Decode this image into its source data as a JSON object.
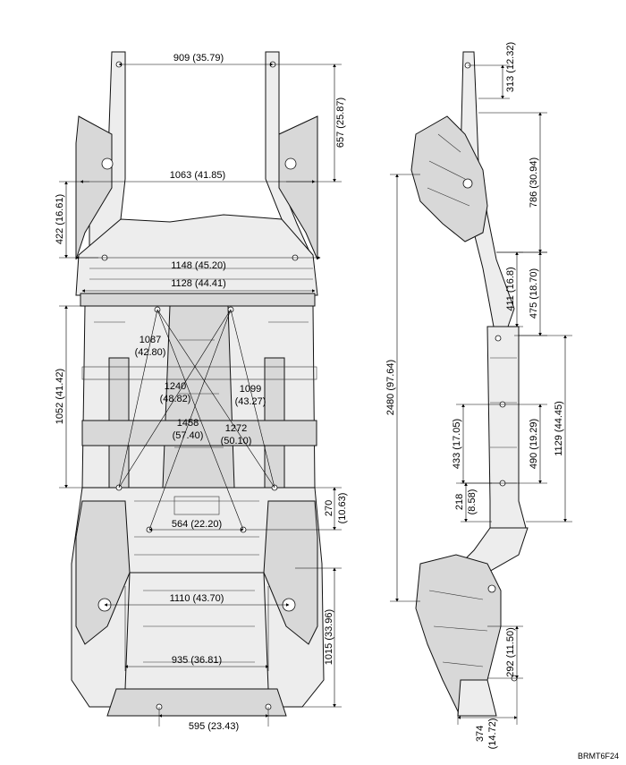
{
  "figure_code": "BRMT6F24",
  "dimensions": {
    "d909": "909 (35.79)",
    "d1063": "1063 (41.85)",
    "d1148": "1148 (45.20)",
    "d1128": "1128 (44.41)",
    "d1087a": "1087",
    "d1087b": "(42.80)",
    "d1240a": "1240",
    "d1240b": "(48.82)",
    "d1099a": "1099",
    "d1099b": "(43.27)",
    "d1458a": "1458",
    "d1458b": "(57.40)",
    "d1272a": "1272",
    "d1272b": "(50.10)",
    "d564": "564 (22.20)",
    "d1110": "1110 (43.70)",
    "d935": "935 (36.81)",
    "d595": "595 (23.43)",
    "d657": "657 (25.87)",
    "d422": "422 (16.61)",
    "d1052": "1052 (41.42)",
    "d270a": "270",
    "d270b": "(10.63)",
    "d1015": "1015 (33.96)",
    "d313": "313 (12.32)",
    "d786": "786 (30.94)",
    "d2480": "2480 (97.64)",
    "d411": "411 (16.8)",
    "d475": "475 (18.70)",
    "d433": "433 (17.05)",
    "d490": "490 (19.29)",
    "d1129": "1129 (44.45)",
    "d218a": "218",
    "d218b": "(8.58)",
    "d292": "292 (11.50)",
    "d374a": "374",
    "d374b": "(14.72)"
  },
  "icons": {
    "underbody": "vehicle-underbody-plan-view",
    "side": "vehicle-body-side-profile"
  }
}
